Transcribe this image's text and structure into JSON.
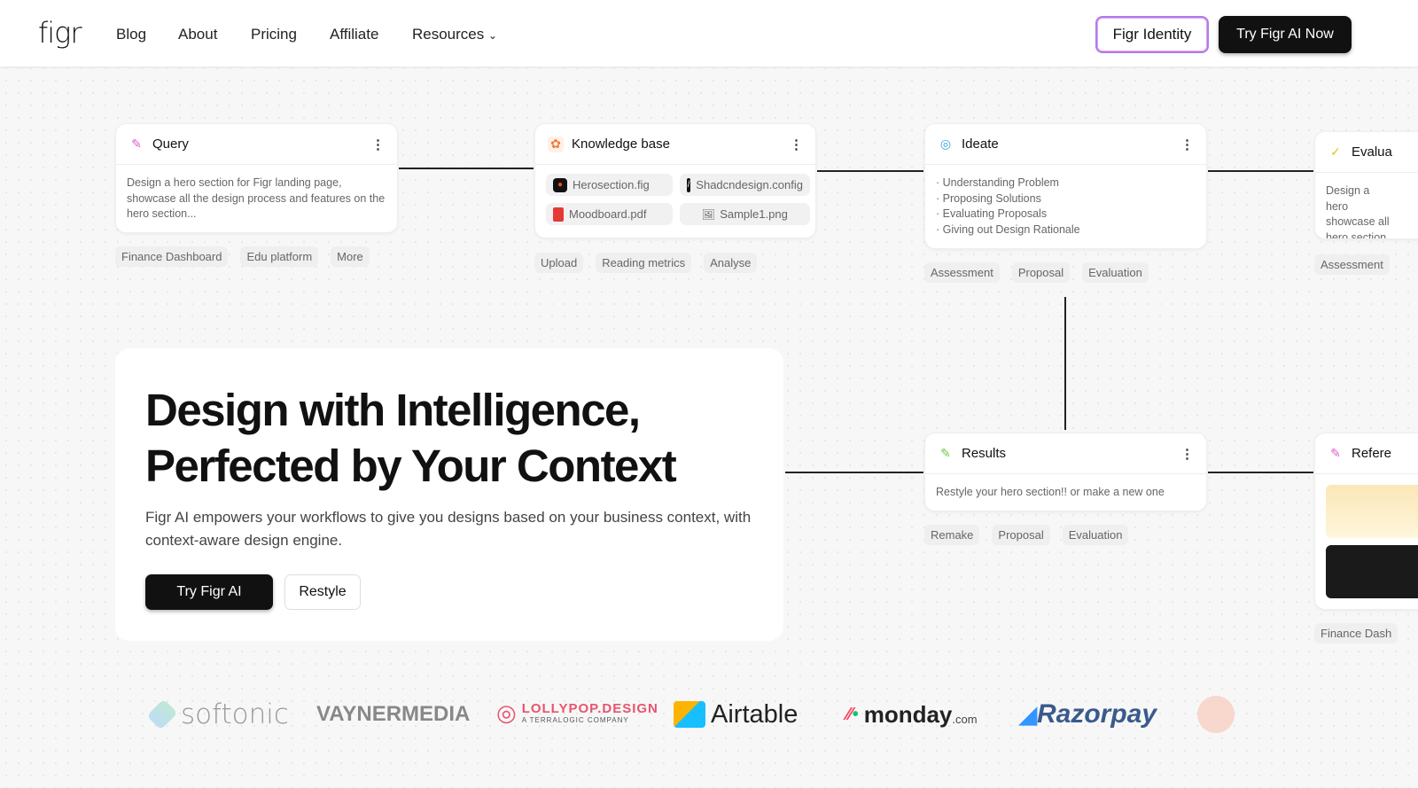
{
  "header": {
    "logo": "figr",
    "nav": [
      "Blog",
      "About",
      "Pricing",
      "Affiliate",
      "Resources"
    ],
    "identity_btn": "Figr Identity",
    "try_btn": "Try Figr AI Now"
  },
  "nodes": {
    "query": {
      "title": "Query",
      "body": "Design a hero section for Figr landing page, showcase all the design process and features on the hero section...",
      "chips": [
        "Finance Dashboard",
        "Edu platform",
        "More"
      ]
    },
    "knowledge": {
      "title": "Knowledge base",
      "files": [
        "Herosection.fig",
        "Shadcndesign.config",
        "Moodboard.pdf",
        "Sample1.png"
      ],
      "chips": [
        "Upload",
        "Reading metrics",
        "Analyse"
      ]
    },
    "ideate": {
      "title": "Ideate",
      "items": [
        "Understanding Problem",
        "Proposing Solutions",
        "Evaluating Proposals",
        "Giving out Design Rationale"
      ],
      "chips": [
        "Assessment",
        "Proposal",
        "Evaluation"
      ]
    },
    "evaluate": {
      "title": "Evalua",
      "body": "Design a hero showcase all hero section.",
      "chips": [
        "Assessment"
      ]
    },
    "results": {
      "title": "Results",
      "body": "Restyle your hero section!! or make a new one",
      "chips": [
        "Remake",
        "Proposal",
        "Evaluation"
      ]
    },
    "reference": {
      "title": "Refere",
      "chips": [
        "Finance Dash"
      ]
    }
  },
  "hero": {
    "title_line1": "Design with Intelligence,",
    "title_line2": "Perfected by Your Context",
    "subtitle": "Figr AI empowers your workflows to give you designs based on your business context, with context-aware design engine.",
    "primary": "Try Figr AI",
    "secondary": "Restyle"
  },
  "brands": [
    "softonic",
    "VAYNERMEDIA",
    "LOLLYPOP.DESIGN",
    "A TERRALOGIC COMPANY",
    "Airtable",
    "monday",
    ".com",
    "Razorpay"
  ]
}
